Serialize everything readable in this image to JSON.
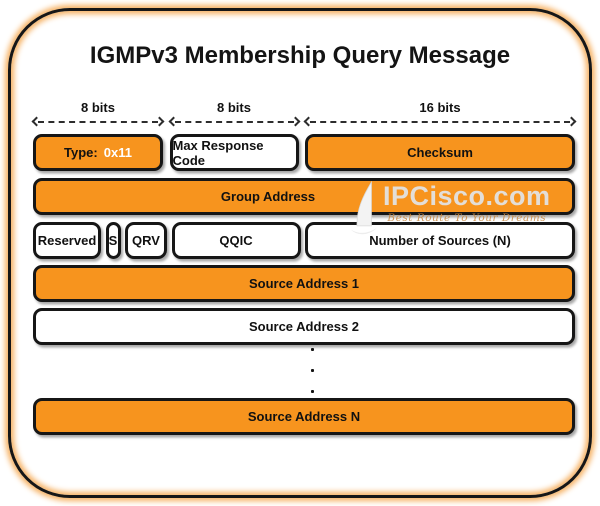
{
  "title": "IGMPv3 Membership Query Message",
  "bit_headers": [
    {
      "label": "8 bits"
    },
    {
      "label": "8 bits"
    },
    {
      "label": "16 bits"
    }
  ],
  "fields": {
    "type_label": "Type:",
    "type_value": "0x11",
    "max_response_code": "Max Response Code",
    "checksum": "Checksum",
    "group_address": "Group Address",
    "reserved": "Reserved",
    "s_flag": "S",
    "qrv": "QRV",
    "qqic": "QQIC",
    "number_of_sources": "Number of Sources (N)",
    "source_address_1": "Source Address 1",
    "source_address_2": "Source Address 2",
    "source_address_n": "Source Address N"
  },
  "logo": {
    "brand": "IPCisco.com",
    "tagline": "Best Route To Your Dreams"
  },
  "colors": {
    "accent_orange": "#F7941E",
    "box_fill_white": "#FFFFFF",
    "outline_black": "#161616",
    "frame_glow": "#F6B162",
    "logo_text_gray": "#E2E2E2",
    "tagline_tan": "#C9873E"
  }
}
